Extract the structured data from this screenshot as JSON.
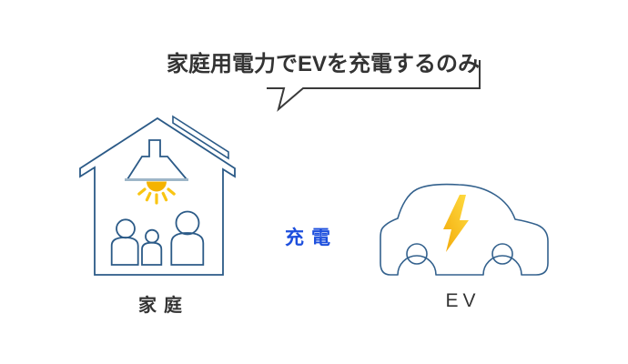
{
  "callout": {
    "text": "家庭用電力でEVを充電するのみ"
  },
  "flow": {
    "charge_label": "充電"
  },
  "house": {
    "label": "家庭"
  },
  "ev": {
    "label": "EV"
  },
  "icons": {
    "house": "house-with-family-icon",
    "lamp": "pendant-light-icon",
    "car": "ev-car-icon",
    "bolt": "lightning-bolt-icon",
    "bubble": "speech-bubble-underline-icon"
  },
  "colors": {
    "outline_navy": "#2b5a87",
    "car_navy": "#33618d",
    "bulb_gold": "#f5b301",
    "ray_gold": "#f9c513",
    "bolt_light": "#ffdc41",
    "bolt_deep": "#f2a90a",
    "charge_blue": "#1d4fdd",
    "text_dark": "#333333"
  }
}
